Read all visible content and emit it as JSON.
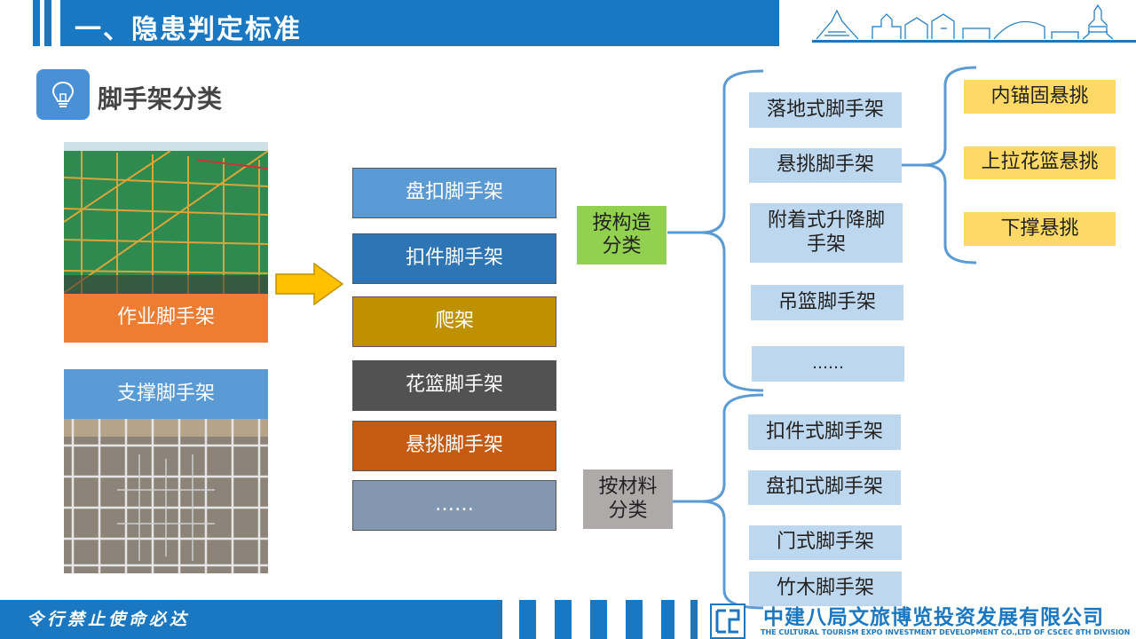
{
  "header": {
    "title": "一、隐患判定标准"
  },
  "section": {
    "title": "脚手架分类",
    "icon": "lightbulb-icon"
  },
  "photos": {
    "work_label": "作业脚手架",
    "support_label": "支撑脚手架"
  },
  "categories": [
    {
      "label": "盘扣脚手架",
      "color": "#5b9bd5"
    },
    {
      "label": "扣件脚手架",
      "color": "#2e75b6"
    },
    {
      "label": "爬架",
      "color": "#bf9000"
    },
    {
      "label": "花篮脚手架",
      "color": "#525252"
    },
    {
      "label": "悬挑脚手架",
      "color": "#c55a11"
    },
    {
      "label": "……",
      "color": "#8497b0"
    }
  ],
  "by_structure": {
    "label": "按构造分类",
    "color": "#92d050",
    "items": [
      "落地式脚手架",
      "悬挑脚手架",
      "附着式升降脚手架",
      "吊篮脚手架",
      "……"
    ],
    "cantilever_types": [
      "内锚固悬挑",
      "上拉花篮悬挑",
      "下撑悬挑"
    ]
  },
  "by_material": {
    "label": "按材料分类",
    "color": "#aeaaaa",
    "items": [
      "扣件式脚手架",
      "盘扣式脚手架",
      "门式脚手架",
      "竹木脚手架"
    ]
  },
  "footer": {
    "slogan": "令行禁止使命必达",
    "company": "中建八局文旅博览投资发展有限公司",
    "company_en": "THE CULTURAL TOURISM EXPO INVESTMENT DEVELOPMENT CO.,LTD OF CSCEC 8TH DIVISION",
    "logo_icon": "cscec-logo-icon"
  },
  "colors": {
    "brand_blue": "#1a78c2",
    "bracket": "#5b9bd5"
  }
}
